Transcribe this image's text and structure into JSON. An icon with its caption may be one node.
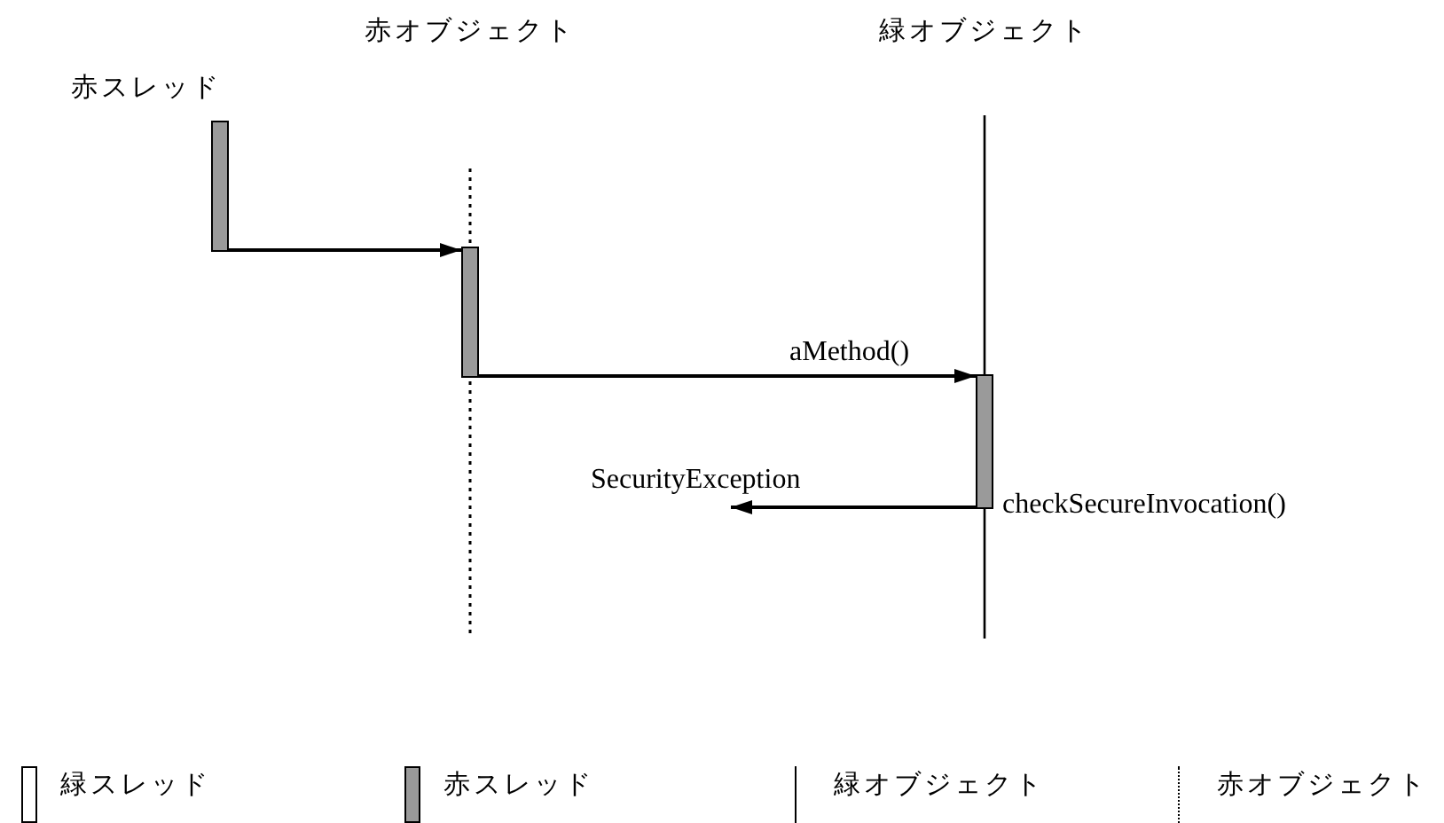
{
  "diagram": {
    "nodes": [
      {
        "text": [
          "赤スレッド"
        ]
      },
      {
        "text": [
          "赤オブジェクト"
        ]
      },
      {
        "text": [
          "緑オブジェクト"
        ]
      },
      {
        "text": [],
        "shape": "bar",
        "in": 1
      },
      {
        "text": [],
        "shape": "bar",
        "in": 2,
        "beside": [
          "checkSecureInvocation()"
        ]
      }
    ],
    "edges": [
      {
        "from": 0,
        "to": 3,
        "arrow": "to"
      },
      {
        "from": 3,
        "to": 4,
        "label": "aMethod()",
        "arrow": "to"
      },
      {
        "from": 4,
        "to": null,
        "label": "SecurityException",
        "arrow": "to"
      }
    ],
    "legend": [
      {
        "text": "緑スレッド"
      },
      {
        "text": "赤スレッド"
      },
      {
        "text": "緑オブジェクト"
      },
      {
        "text": "赤オブジェクト"
      }
    ]
  }
}
